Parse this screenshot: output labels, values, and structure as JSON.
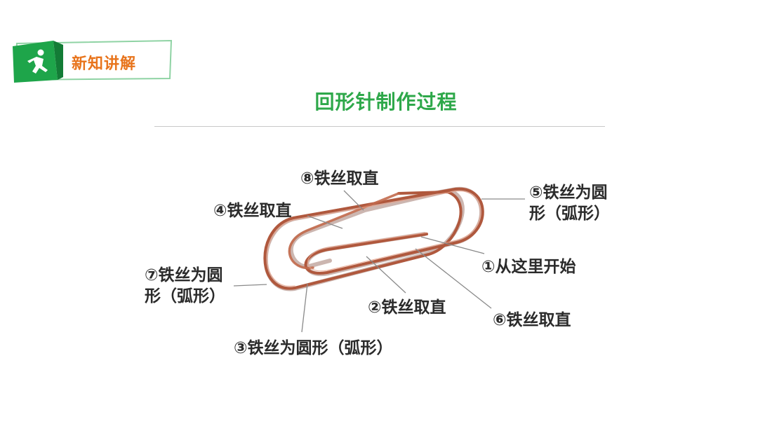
{
  "header": {
    "badge_label": "新知讲解",
    "badge_icon": "running-person-icon",
    "colors": {
      "badge_green": "#1ea54a",
      "badge_text": "#e8741c",
      "badge_frame": "#8fd3a4"
    }
  },
  "title": "回形针制作过程",
  "colors": {
    "title": "#2ea84a",
    "wire": "#b0583d",
    "leader": "#8a8a8a"
  },
  "diagram": {
    "steps": [
      {
        "label": "①从这里开始"
      },
      {
        "label": "②铁丝取直"
      },
      {
        "label": "③铁丝为圆形（弧形）"
      },
      {
        "label": "④铁丝取直"
      },
      {
        "label": "⑤铁丝为圆形（弧形）"
      },
      {
        "label": "⑥铁丝取直"
      },
      {
        "label": "⑦铁丝为圆形（弧形）"
      },
      {
        "label": "⑧铁丝取直"
      }
    ]
  }
}
